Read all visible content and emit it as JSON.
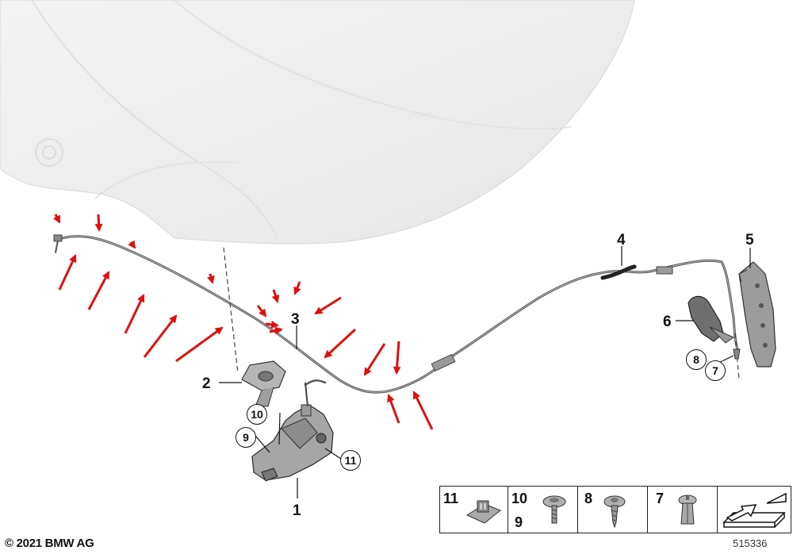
{
  "callouts": {
    "p1": "1",
    "p2": "2",
    "p3": "3",
    "p4": "4",
    "p5": "5",
    "p6": "6"
  },
  "circled": {
    "c7": "7",
    "c8": "8",
    "c9": "9",
    "c10": "10",
    "c11": "11"
  },
  "legend": {
    "cell_11": "11",
    "cell_10": "10",
    "cell_9": "9",
    "cell_8": "8",
    "cell_7": "7"
  },
  "footer": {
    "copyright": "© 2021 BMW AG",
    "diagram_number": "515336"
  },
  "colors": {
    "annotation_arrow": "#e01010",
    "line_art": "#333333",
    "part_fill": "#a9a9a9",
    "hood_fill": "#eeeeee"
  },
  "icons": {
    "hood": "engine-hood-illustration",
    "cable": "bowden-cable",
    "lock": "hood-lock",
    "release_lever": "release-handle",
    "direction": "direction-arrow-icon"
  }
}
